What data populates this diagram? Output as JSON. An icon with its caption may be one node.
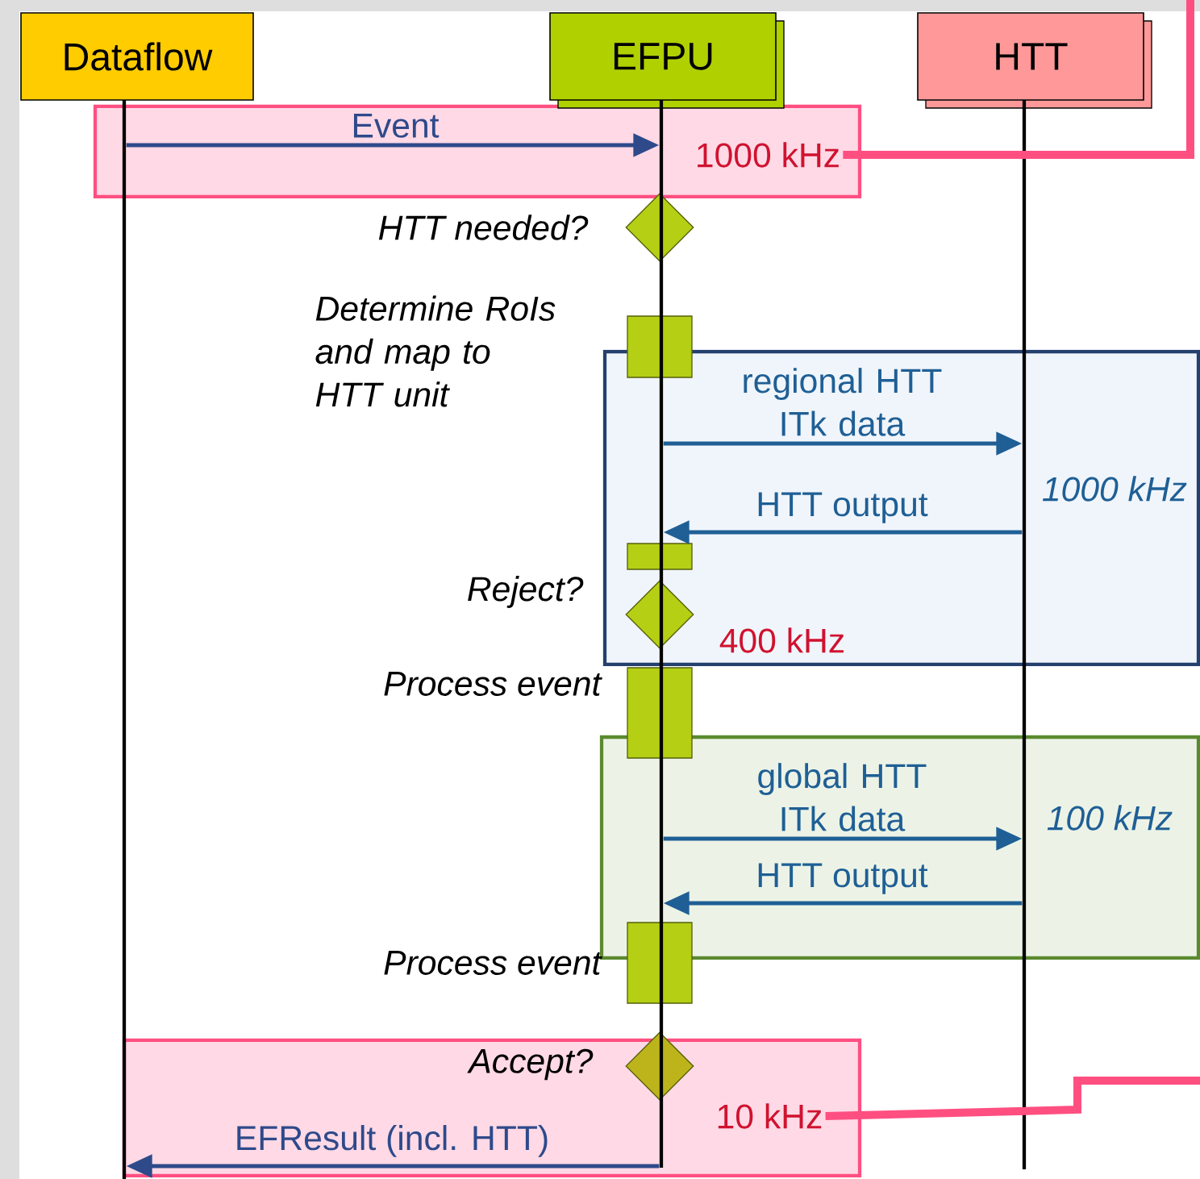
{
  "diagram": {
    "nodes": [
      {
        "text": [
          "Dataflow"
        ]
      },
      {
        "text": [
          "EFPU"
        ]
      },
      {
        "text": [
          "HTT"
        ]
      },
      {
        "text": [],
        "shape": "bar"
      },
      {
        "text": [],
        "shape": "bar"
      },
      {
        "text": [],
        "shape": "bar"
      },
      {
        "text": [
          "1000 kHz"
        ]
      },
      {
        "text": [
          "HTT needed?"
        ]
      },
      {
        "text": [
          "Determine RoIs and map to HTT unit"
        ]
      },
      {
        "text": [
          "1000 kHz",
          "400 kHz"
        ]
      },
      {
        "text": [],
        "shape": "bar",
        "in": 9
      },
      {
        "text": [
          "Reject?"
        ],
        "in": 9
      },
      {
        "text": [
          "Process event"
        ]
      },
      {
        "text": [
          "100 kHz"
        ]
      },
      {
        "text": [
          "Process event"
        ]
      },
      {
        "text": [
          "10 kHz"
        ]
      },
      {
        "text": [
          "Accept?"
        ]
      }
    ],
    "edges": [
      {
        "from": 3,
        "to": 4,
        "arrow": "to",
        "label": "Event",
        "color": "#2e4a8a"
      },
      {
        "from": 4,
        "to": 5,
        "arrow": "to",
        "label": "regional HTT ITk data"
      },
      {
        "from": 5,
        "to": 4,
        "arrow": "to",
        "label": "HTT output"
      },
      {
        "from": 4,
        "to": 5,
        "arrow": "to",
        "label": "global HTT ITk data"
      },
      {
        "from": 5,
        "to": 4,
        "arrow": "to",
        "label": "HTT output"
      },
      {
        "from": 4,
        "to": 3,
        "arrow": "to",
        "label": "EFResult (incl. HTT)",
        "color": "#2e4a8a"
      },
      {
        "from": 6,
        "to": null,
        "arrow": "none",
        "style": "thick",
        "color": "#ff4f81"
      },
      {
        "from": 15,
        "to": null,
        "arrow": "none",
        "style": "thick",
        "color": "#ff4f81"
      }
    ]
  }
}
